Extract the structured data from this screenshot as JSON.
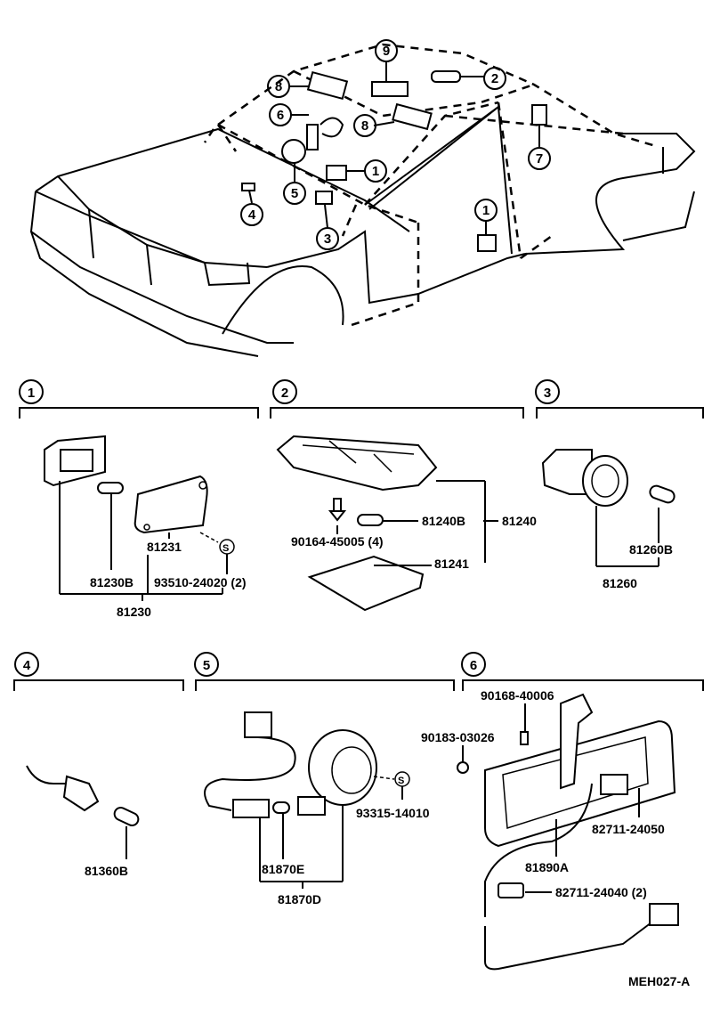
{
  "callouts": [
    "1",
    "2",
    "3",
    "4",
    "5",
    "6",
    "7",
    "8",
    "9",
    "S"
  ],
  "parts": {
    "p81230B": "81230B",
    "p81231": "81231",
    "p93510": "93510-24020 (2)",
    "p81230": "81230",
    "p90164": "90164-45005 (4)",
    "p81240B": "81240B",
    "p81240": "81240",
    "p81241": "81241",
    "p81260B": "81260B",
    "p81260": "81260",
    "p81360B": "81360B",
    "p81870E": "81870E",
    "p81870D": "81870D",
    "p93315": "93315-14010",
    "p90168": "90168-40006",
    "p90183": "90183-03026",
    "p82711_24050": "82711-24050",
    "p81890A": "81890A",
    "p82711_24040": "82711-24040 (2)"
  },
  "diagram_code": "MEH027-A"
}
